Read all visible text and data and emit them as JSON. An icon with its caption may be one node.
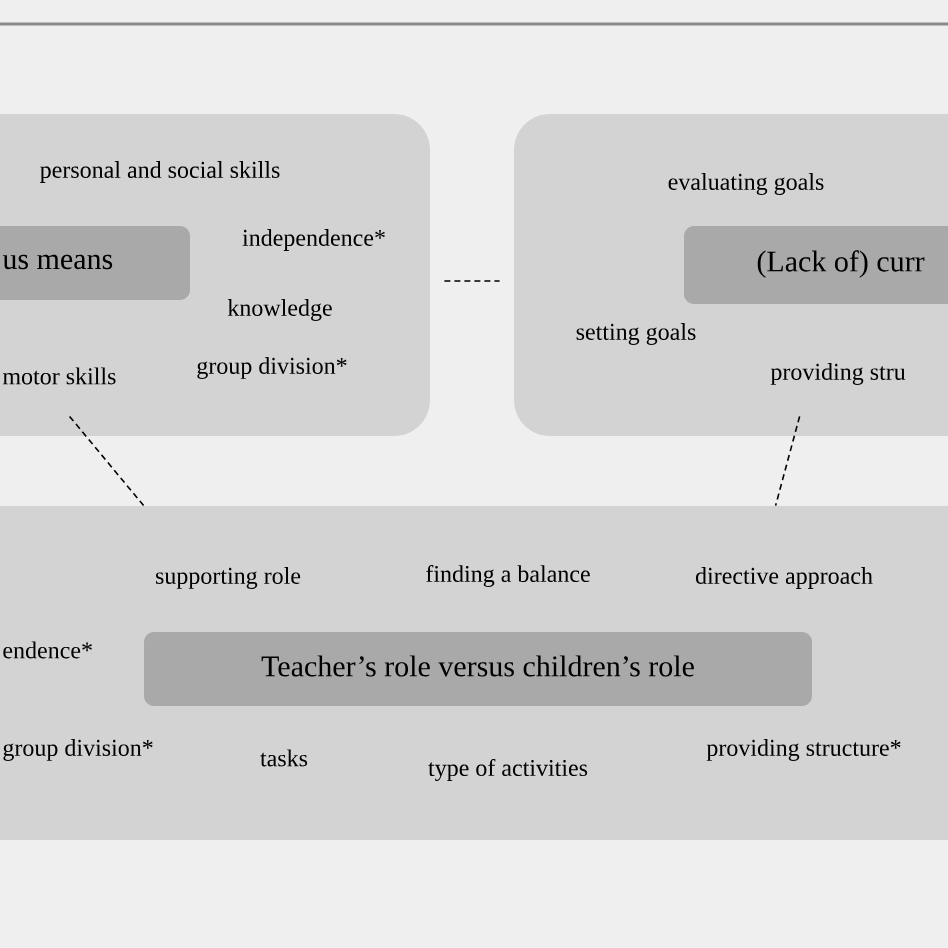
{
  "diagram": {
    "nodes": [
      {
        "text": [
          "personal and social skills",
          "independence*",
          "knowledge",
          "motor skills",
          "group division*"
        ]
      },
      {
        "text": [
          "us means"
        ],
        "in": 0
      },
      {
        "text": [
          "evaluating goals",
          "setting goals",
          "providing stru"
        ]
      },
      {
        "text": [
          "(Lack of) curr"
        ],
        "in": 2
      },
      {
        "text": [
          "endence*",
          "supporting role",
          "finding a balance",
          "directive approach",
          "group division*",
          "tasks",
          "type of activities",
          "providing structure*"
        ]
      },
      {
        "text": [
          "Teacher’s role versus children’s role"
        ],
        "in": 4
      }
    ],
    "edges": [
      {
        "from": 0,
        "to": 2,
        "arrow": "none",
        "style": "dashed"
      },
      {
        "from": 0,
        "to": 4,
        "arrow": "none",
        "style": "dashed"
      },
      {
        "from": 2,
        "to": 4,
        "arrow": "none",
        "style": "dashed"
      }
    ]
  }
}
